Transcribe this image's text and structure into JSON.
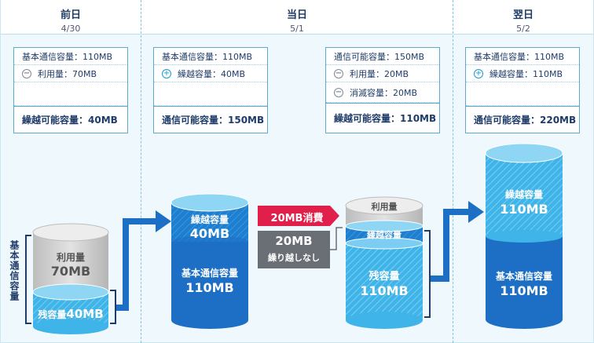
{
  "columns": [
    {
      "title": "前日",
      "date": "4/30"
    },
    {
      "title": "当日",
      "date": "5/1"
    },
    {
      "title": "翌日",
      "date": "5/2"
    }
  ],
  "boxes": {
    "prev": {
      "base": "基本通信容量：110MB",
      "used": "利用量：70MB",
      "total": "繰越可能容量：40MB"
    },
    "today_left": {
      "base": "基本通信容量：110MB",
      "carry": "繰越容量：40MB",
      "total": "通信可能容量：150MB"
    },
    "today_right": {
      "avail": "通信可能容量：150MB",
      "used": "利用量：20MB",
      "expired": "消滅容量：20MB",
      "total": "繰越可能容量：110MB"
    },
    "next": {
      "base": "基本通信容量：110MB",
      "carry": "繰越容量：110MB",
      "total": "通信可能容量：220MB"
    }
  },
  "cylinders": {
    "c1": {
      "used_label": "利用量",
      "used_value": "70MB",
      "remain_label": "残容量",
      "remain_value": "40MB"
    },
    "c2": {
      "carry_label": "繰越容量",
      "carry_value": "40MB",
      "base_label": "基本通信容量",
      "base_value": "110MB"
    },
    "c3": {
      "used_label": "利用量",
      "carry_label": "繰越容量",
      "remain_label": "残容量",
      "remain_value": "110MB"
    },
    "c4": {
      "carry_label": "繰越容量",
      "carry_value": "110MB",
      "base_label": "基本通信容量",
      "base_value": "110MB"
    }
  },
  "badges": {
    "consumed": "20MB消費",
    "expire_value": "20MB",
    "expire_note": "繰り越しなし"
  },
  "side_label": "基本通信容量",
  "colors": {
    "dark_blue": "#1c6fc4",
    "light_blue": "#39b5ea",
    "gray": "#c8c8c8",
    "red": "#e0204a",
    "slate": "#6a6f75",
    "navy": "#1f3c68"
  }
}
